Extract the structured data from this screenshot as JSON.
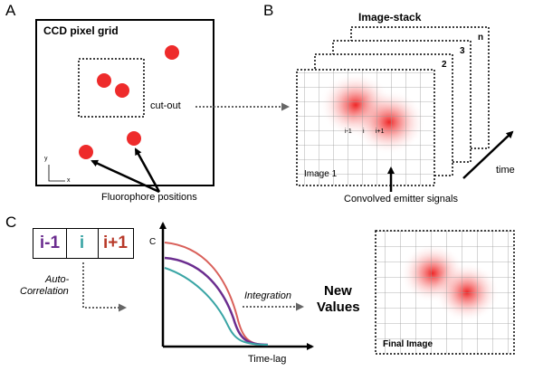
{
  "panels": {
    "a": "A",
    "b": "B",
    "c": "C"
  },
  "panel_a": {
    "title": "CCD pixel grid",
    "cutout_label": "cut-out",
    "fluorophore_label": "Fluorophore positions",
    "axis_y": "y",
    "axis_x": "x"
  },
  "panel_b": {
    "stack_title": "Image-stack",
    "layers": [
      "n",
      "3",
      "2"
    ],
    "image_label": "Image 1",
    "pixel_labels": [
      "i-1",
      "i",
      "i+1"
    ],
    "emitter_label": "Convolved emitter signals",
    "time_label": "time"
  },
  "panel_c": {
    "seq_cells": [
      {
        "text": "i-1",
        "color": "#6b2d8f"
      },
      {
        "text": "i",
        "color": "#3aa5a5"
      },
      {
        "text": "i+1",
        "color": "#b83a2a"
      }
    ],
    "auto_corr_line1": "Auto-",
    "auto_corr_line2": "Correlation",
    "c_axis_label": "C",
    "x_axis_label": "Time-lag",
    "integration_label": "Integration",
    "new_values_line1": "New",
    "new_values_line2": "Values",
    "final_image_label": "Final Image",
    "curve_colors": [
      "#d9605a",
      "#6b2d8f",
      "#3aa5a5"
    ]
  },
  "colors": {
    "emitter_red": "#ee2b2b",
    "grid_line": "#888888",
    "dotted_arrow": "#666666"
  }
}
